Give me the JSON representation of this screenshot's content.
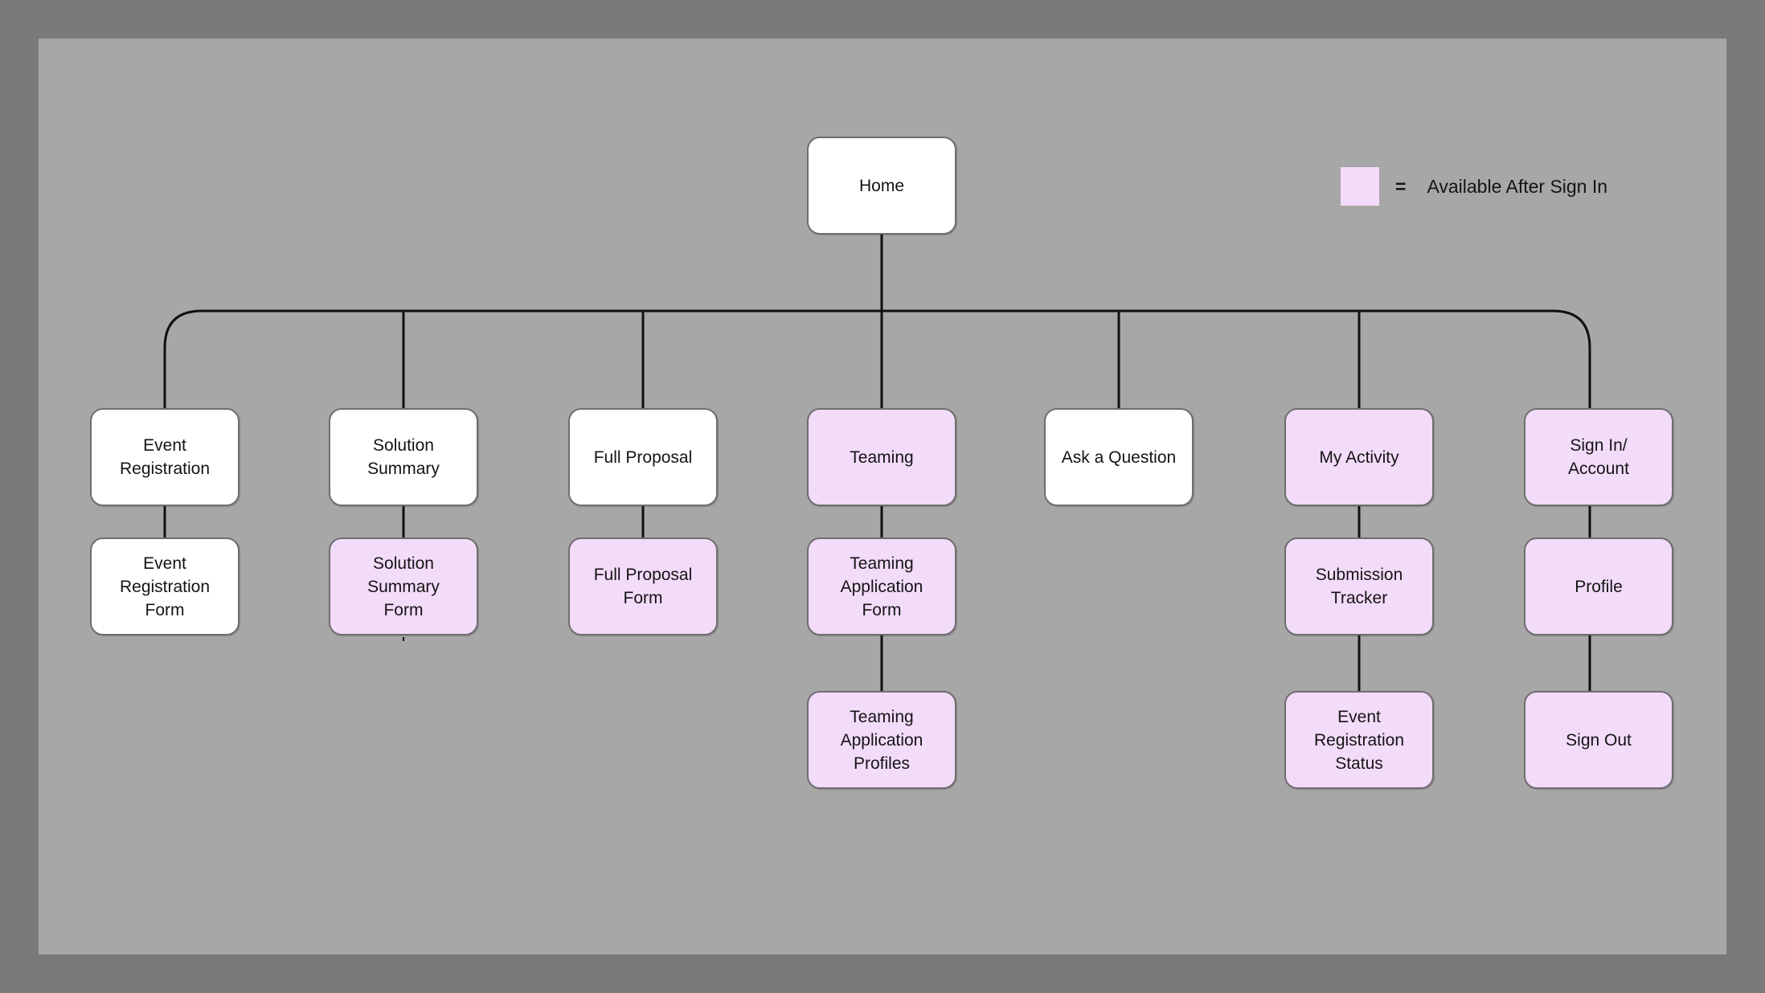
{
  "colors": {
    "frame_bg": "#7a7a7a",
    "canvas_bg": "#a7a7a7",
    "node_fill": "#ffffff",
    "node_fill_signin": "#f3dbfa",
    "node_border": "#6e6e6e",
    "connector": "#101010",
    "text": "#141414"
  },
  "legend": {
    "equals": "=",
    "label": "Available After Sign In",
    "swatch_meaning": "available-after-sign-in",
    "swatch_color": "#f3dbfa"
  },
  "tree": {
    "root": {
      "label": "Home",
      "available_after_sign_in": false
    },
    "columns": [
      {
        "items": [
          {
            "label": "Event\nRegistration",
            "available_after_sign_in": false
          },
          {
            "label": "Event\nRegistration\nForm",
            "available_after_sign_in": false
          }
        ]
      },
      {
        "items": [
          {
            "label": "Solution\nSummary",
            "available_after_sign_in": false
          },
          {
            "label": "Solution\nSummary\nForm",
            "available_after_sign_in": true
          }
        ]
      },
      {
        "items": [
          {
            "label": "Full Proposal",
            "available_after_sign_in": false
          },
          {
            "label": "Full Proposal\nForm",
            "available_after_sign_in": true
          }
        ]
      },
      {
        "items": [
          {
            "label": "Teaming",
            "available_after_sign_in": true
          },
          {
            "label": "Teaming\nApplication\nForm",
            "available_after_sign_in": true
          },
          {
            "label": "Teaming\nApplication\nProfiles",
            "available_after_sign_in": true
          }
        ]
      },
      {
        "items": [
          {
            "label": "Ask a Question",
            "available_after_sign_in": false
          }
        ]
      },
      {
        "items": [
          {
            "label": "My Activity",
            "available_after_sign_in": true
          },
          {
            "label": "Submission\nTracker",
            "available_after_sign_in": true
          },
          {
            "label": "Event\nRegistration\nStatus",
            "available_after_sign_in": true
          }
        ]
      },
      {
        "items": [
          {
            "label": "Sign In/\nAccount",
            "available_after_sign_in": true
          },
          {
            "label": "Profile",
            "available_after_sign_in": true
          },
          {
            "label": "Sign Out",
            "available_after_sign_in": true
          }
        ]
      }
    ]
  }
}
